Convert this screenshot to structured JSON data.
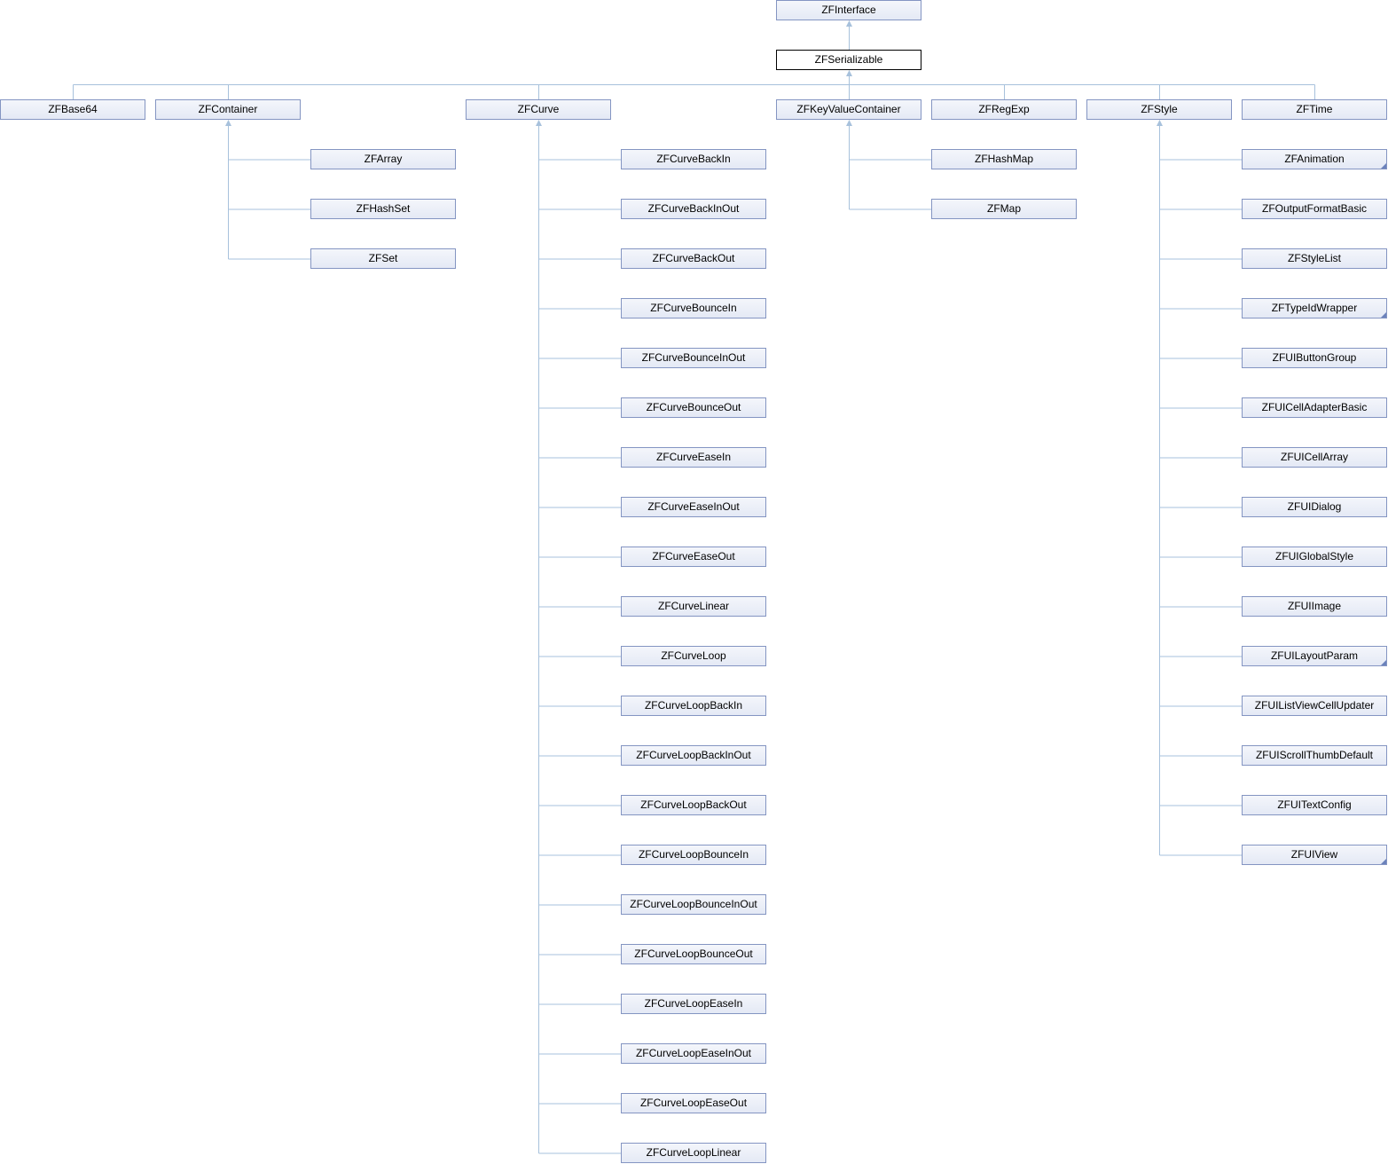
{
  "colors": {
    "edge": "#a7c1dc",
    "node_border": "#8495c2",
    "current_border": "#000000"
  },
  "nodes": [
    {
      "id": "ZFInterface",
      "label": "ZFInterface"
    },
    {
      "id": "ZFSerializable",
      "label": "ZFSerializable",
      "current": true
    },
    {
      "id": "ZFBase64",
      "label": "ZFBase64"
    },
    {
      "id": "ZFContainer",
      "label": "ZFContainer"
    },
    {
      "id": "ZFCurve",
      "label": "ZFCurve"
    },
    {
      "id": "ZFKeyValueContainer",
      "label": "ZFKeyValueContainer"
    },
    {
      "id": "ZFRegExp",
      "label": "ZFRegExp"
    },
    {
      "id": "ZFStyle",
      "label": "ZFStyle"
    },
    {
      "id": "ZFTime",
      "label": "ZFTime"
    },
    {
      "id": "ZFArray",
      "label": "ZFArray"
    },
    {
      "id": "ZFHashSet",
      "label": "ZFHashSet"
    },
    {
      "id": "ZFSet",
      "label": "ZFSet"
    },
    {
      "id": "ZFHashMap",
      "label": "ZFHashMap"
    },
    {
      "id": "ZFMap",
      "label": "ZFMap"
    },
    {
      "id": "ZFCurveBackIn",
      "label": "ZFCurveBackIn"
    },
    {
      "id": "ZFCurveBackInOut",
      "label": "ZFCurveBackInOut"
    },
    {
      "id": "ZFCurveBackOut",
      "label": "ZFCurveBackOut"
    },
    {
      "id": "ZFCurveBounceIn",
      "label": "ZFCurveBounceIn"
    },
    {
      "id": "ZFCurveBounceInOut",
      "label": "ZFCurveBounceInOut"
    },
    {
      "id": "ZFCurveBounceOut",
      "label": "ZFCurveBounceOut"
    },
    {
      "id": "ZFCurveEaseIn",
      "label": "ZFCurveEaseIn"
    },
    {
      "id": "ZFCurveEaseInOut",
      "label": "ZFCurveEaseInOut"
    },
    {
      "id": "ZFCurveEaseOut",
      "label": "ZFCurveEaseOut"
    },
    {
      "id": "ZFCurveLinear",
      "label": "ZFCurveLinear"
    },
    {
      "id": "ZFCurveLoop",
      "label": "ZFCurveLoop"
    },
    {
      "id": "ZFCurveLoopBackIn",
      "label": "ZFCurveLoopBackIn"
    },
    {
      "id": "ZFCurveLoopBackInOut",
      "label": "ZFCurveLoopBackInOut"
    },
    {
      "id": "ZFCurveLoopBackOut",
      "label": "ZFCurveLoopBackOut"
    },
    {
      "id": "ZFCurveLoopBounceIn",
      "label": "ZFCurveLoopBounceIn"
    },
    {
      "id": "ZFCurveLoopBounceInOut",
      "label": "ZFCurveLoopBounceInOut"
    },
    {
      "id": "ZFCurveLoopBounceOut",
      "label": "ZFCurveLoopBounceOut"
    },
    {
      "id": "ZFCurveLoopEaseIn",
      "label": "ZFCurveLoopEaseIn"
    },
    {
      "id": "ZFCurveLoopEaseInOut",
      "label": "ZFCurveLoopEaseInOut"
    },
    {
      "id": "ZFCurveLoopEaseOut",
      "label": "ZFCurveLoopEaseOut"
    },
    {
      "id": "ZFCurveLoopLinear",
      "label": "ZFCurveLoopLinear"
    },
    {
      "id": "ZFAnimation",
      "label": "ZFAnimation",
      "more": true
    },
    {
      "id": "ZFOutputFormatBasic",
      "label": "ZFOutputFormatBasic"
    },
    {
      "id": "ZFStyleList",
      "label": "ZFStyleList"
    },
    {
      "id": "ZFTypeIdWrapper",
      "label": "ZFTypeIdWrapper",
      "more": true
    },
    {
      "id": "ZFUIButtonGroup",
      "label": "ZFUIButtonGroup"
    },
    {
      "id": "ZFUICellAdapterBasic",
      "label": "ZFUICellAdapterBasic"
    },
    {
      "id": "ZFUICellArray",
      "label": "ZFUICellArray"
    },
    {
      "id": "ZFUIDialog",
      "label": "ZFUIDialog"
    },
    {
      "id": "ZFUIGlobalStyle",
      "label": "ZFUIGlobalStyle"
    },
    {
      "id": "ZFUIImage",
      "label": "ZFUIImage"
    },
    {
      "id": "ZFUILayoutParam",
      "label": "ZFUILayoutParam",
      "more": true
    },
    {
      "id": "ZFUIListViewCellUpdater",
      "label": "ZFUIListViewCellUpdater"
    },
    {
      "id": "ZFUIScrollThumbDefault",
      "label": "ZFUIScrollThumbDefault"
    },
    {
      "id": "ZFUITextConfig",
      "label": "ZFUITextConfig"
    },
    {
      "id": "ZFUIView",
      "label": "ZFUIView",
      "more": true
    }
  ],
  "edges": [
    [
      "ZFSerializable",
      "ZFInterface"
    ],
    [
      "ZFBase64",
      "ZFSerializable"
    ],
    [
      "ZFContainer",
      "ZFSerializable"
    ],
    [
      "ZFCurve",
      "ZFSerializable"
    ],
    [
      "ZFKeyValueContainer",
      "ZFSerializable"
    ],
    [
      "ZFRegExp",
      "ZFSerializable"
    ],
    [
      "ZFStyle",
      "ZFSerializable"
    ],
    [
      "ZFTime",
      "ZFSerializable"
    ],
    [
      "ZFArray",
      "ZFContainer"
    ],
    [
      "ZFHashSet",
      "ZFContainer"
    ],
    [
      "ZFSet",
      "ZFContainer"
    ],
    [
      "ZFHashMap",
      "ZFKeyValueContainer"
    ],
    [
      "ZFMap",
      "ZFKeyValueContainer"
    ],
    [
      "ZFCurveBackIn",
      "ZFCurve"
    ],
    [
      "ZFCurveBackInOut",
      "ZFCurve"
    ],
    [
      "ZFCurveBackOut",
      "ZFCurve"
    ],
    [
      "ZFCurveBounceIn",
      "ZFCurve"
    ],
    [
      "ZFCurveBounceInOut",
      "ZFCurve"
    ],
    [
      "ZFCurveBounceOut",
      "ZFCurve"
    ],
    [
      "ZFCurveEaseIn",
      "ZFCurve"
    ],
    [
      "ZFCurveEaseInOut",
      "ZFCurve"
    ],
    [
      "ZFCurveEaseOut",
      "ZFCurve"
    ],
    [
      "ZFCurveLinear",
      "ZFCurve"
    ],
    [
      "ZFCurveLoop",
      "ZFCurve"
    ],
    [
      "ZFCurveLoopBackIn",
      "ZFCurve"
    ],
    [
      "ZFCurveLoopBackInOut",
      "ZFCurve"
    ],
    [
      "ZFCurveLoopBackOut",
      "ZFCurve"
    ],
    [
      "ZFCurveLoopBounceIn",
      "ZFCurve"
    ],
    [
      "ZFCurveLoopBounceInOut",
      "ZFCurve"
    ],
    [
      "ZFCurveLoopBounceOut",
      "ZFCurve"
    ],
    [
      "ZFCurveLoopEaseIn",
      "ZFCurve"
    ],
    [
      "ZFCurveLoopEaseInOut",
      "ZFCurve"
    ],
    [
      "ZFCurveLoopEaseOut",
      "ZFCurve"
    ],
    [
      "ZFCurveLoopLinear",
      "ZFCurve"
    ],
    [
      "ZFAnimation",
      "ZFStyle"
    ],
    [
      "ZFOutputFormatBasic",
      "ZFStyle"
    ],
    [
      "ZFStyleList",
      "ZFStyle"
    ],
    [
      "ZFTypeIdWrapper",
      "ZFStyle"
    ],
    [
      "ZFUIButtonGroup",
      "ZFStyle"
    ],
    [
      "ZFUICellAdapterBasic",
      "ZFStyle"
    ],
    [
      "ZFUICellArray",
      "ZFStyle"
    ],
    [
      "ZFUIDialog",
      "ZFStyle"
    ],
    [
      "ZFUIGlobalStyle",
      "ZFStyle"
    ],
    [
      "ZFUIImage",
      "ZFStyle"
    ],
    [
      "ZFUILayoutParam",
      "ZFStyle"
    ],
    [
      "ZFUIListViewCellUpdater",
      "ZFStyle"
    ],
    [
      "ZFUIScrollThumbDefault",
      "ZFStyle"
    ],
    [
      "ZFUITextConfig",
      "ZFStyle"
    ],
    [
      "ZFUIView",
      "ZFStyle"
    ]
  ]
}
